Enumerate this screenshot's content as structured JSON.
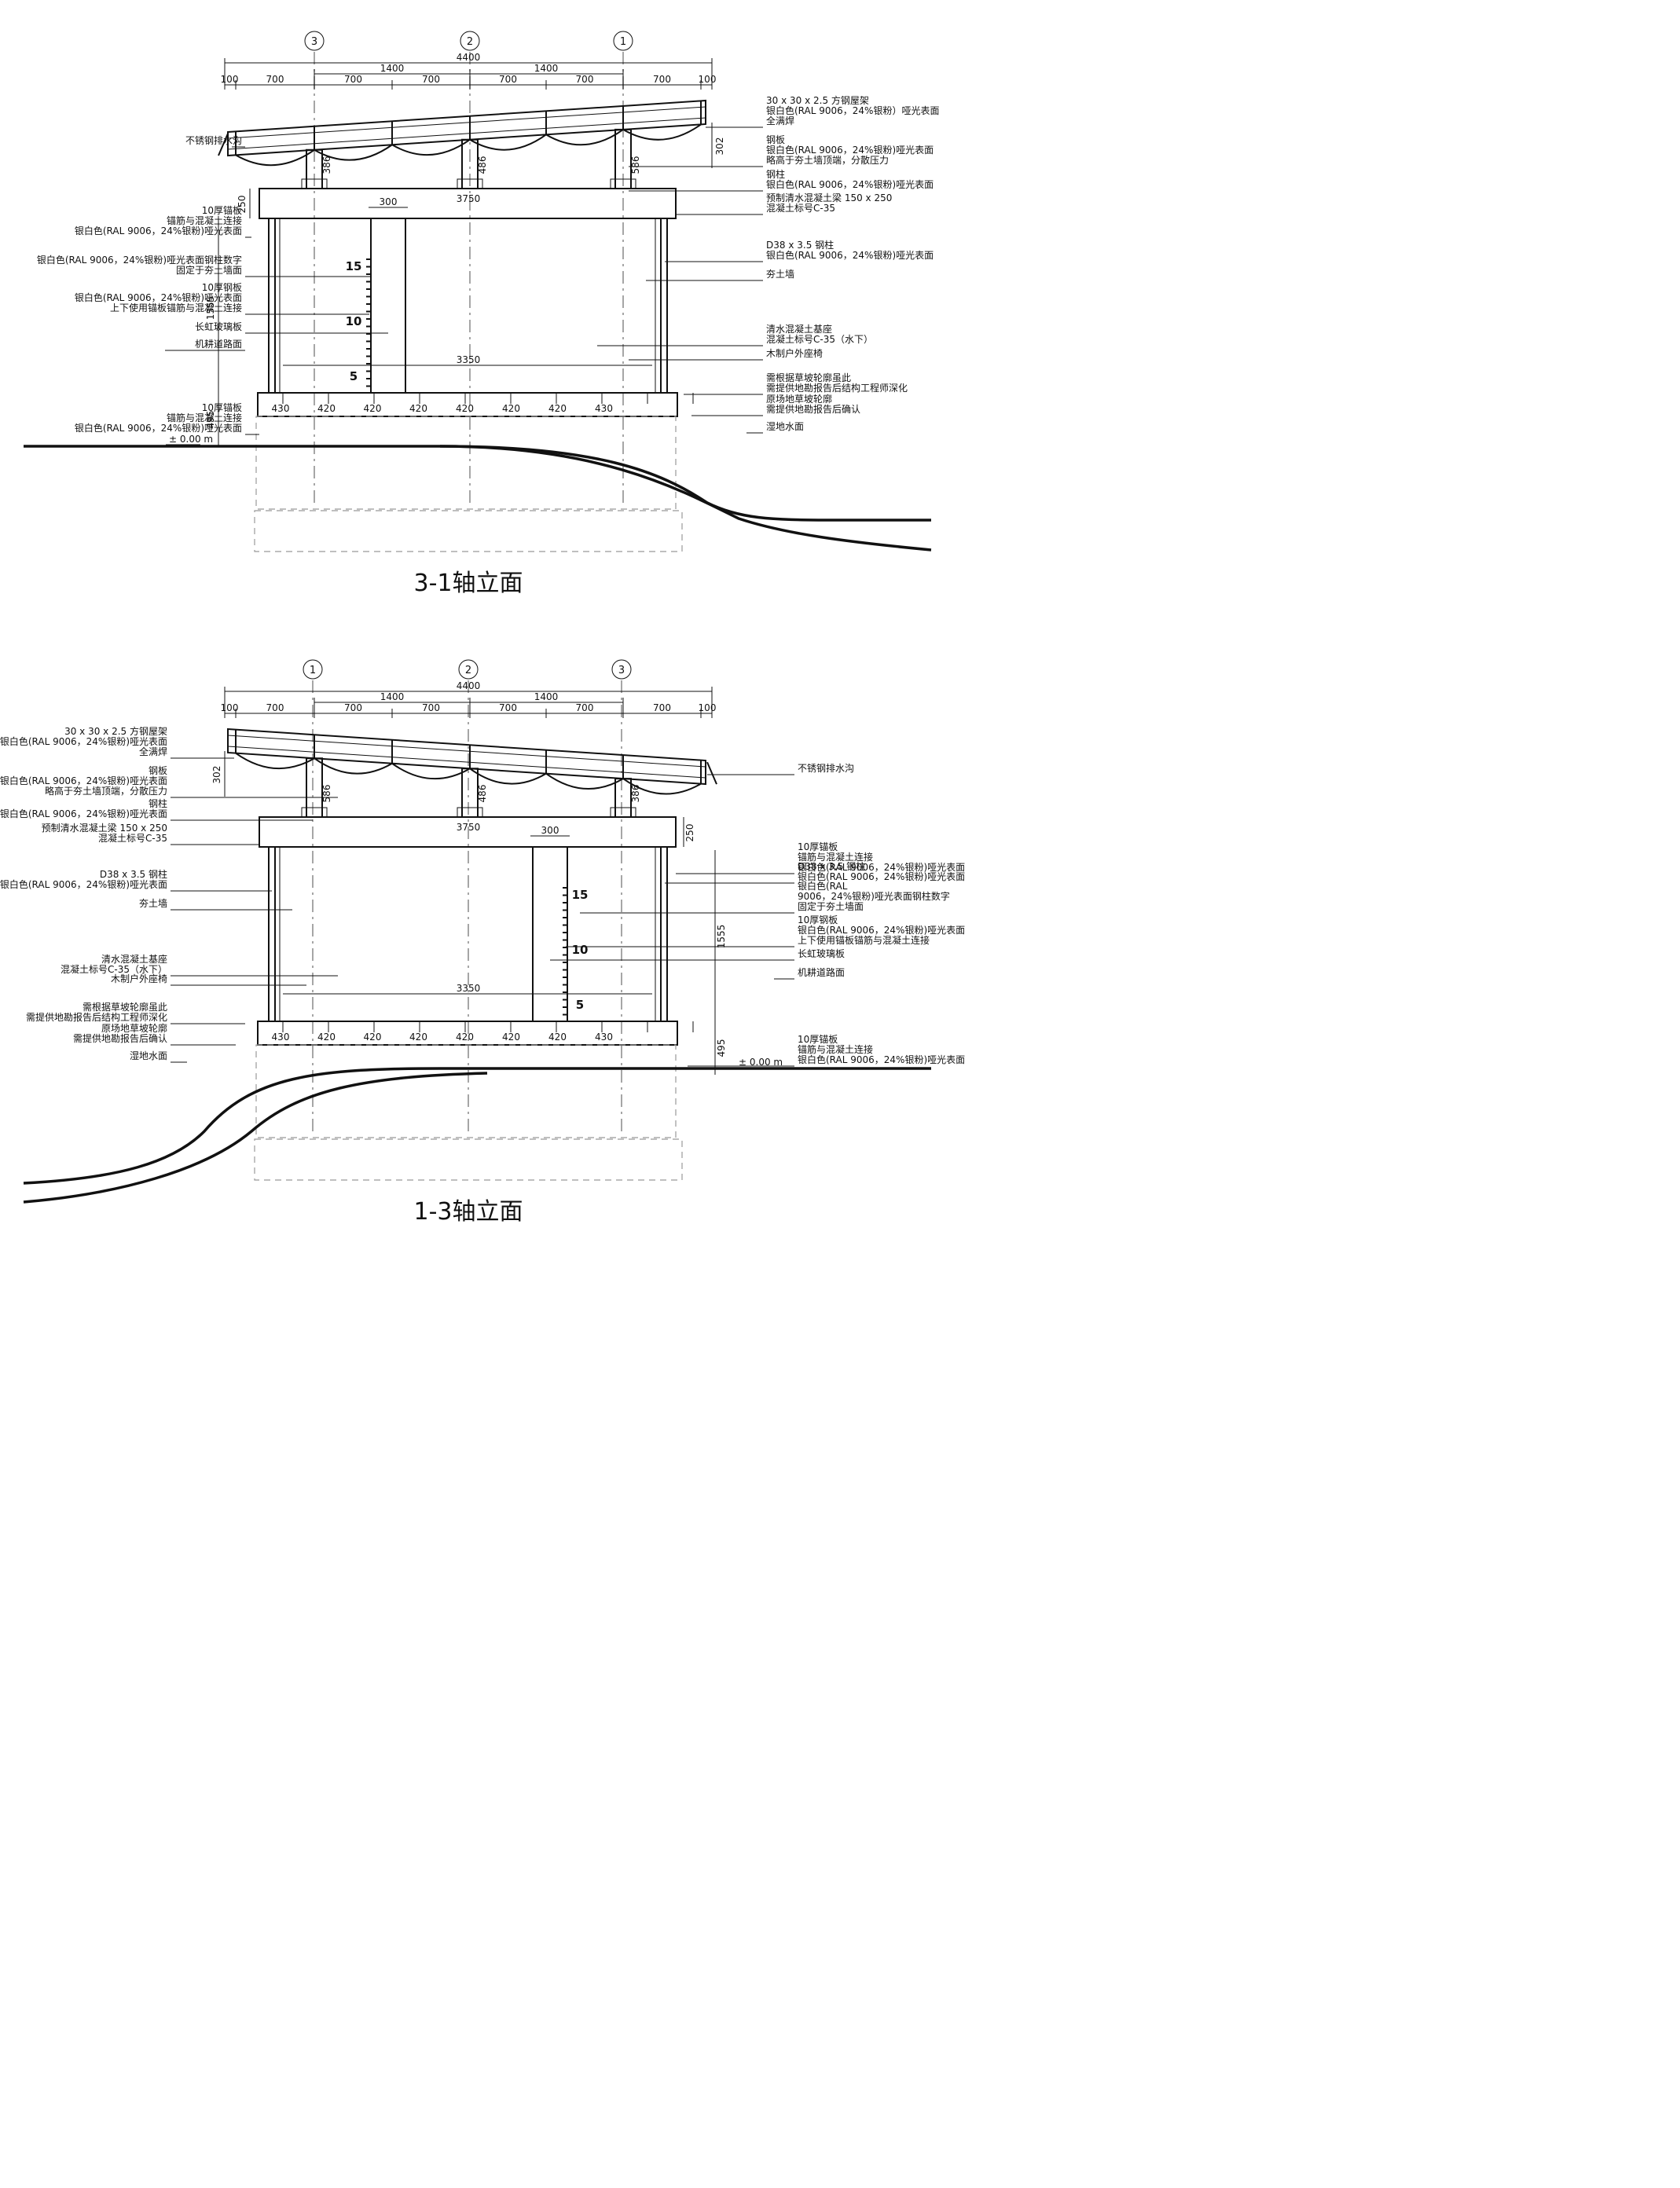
{
  "drawings": [
    {
      "title": "3-1轴立面",
      "grid_labels": [
        "3",
        "2",
        "1"
      ],
      "overall_width": "4400",
      "bay_widths": [
        "1400",
        "1400"
      ],
      "segments": [
        "100",
        "700",
        "700",
        "700",
        "700",
        "700",
        "700",
        "100"
      ],
      "heights": {
        "roof_frame": "302",
        "col_a": "386",
        "col_b": "486",
        "col_c": "586",
        "beam": "250",
        "wall": "1555",
        "base": "495"
      },
      "beam_length": "3750",
      "wall_length": "3350",
      "gauge_width": "300",
      "base_segments": [
        "430",
        "420",
        "420",
        "420",
        "420",
        "420",
        "420",
        "430"
      ],
      "gauge_ticks": [
        "15",
        "10",
        "5"
      ],
      "level_mark": "± 0.00 m",
      "left_notes": [
        "不锈钢排水沟",
        "10厚锚板\n锚筋与混凝土连接\n银白色(RAL 9006，24%银粉)哑光表面",
        "银白色(RAL 9006，24%银粉)哑光表面钢柱数字\n固定于夯土墙面",
        "10厚钢板\n银白色(RAL 9006，24%银粉)哑光表面\n上下使用锚板锚筋与混凝土连接",
        "长虹玻璃板",
        "机耕道路面",
        "10厚锚板\n锚筋与混凝土连接\n银白色(RAL 9006，24%银粉)哑光表面"
      ],
      "right_notes": [
        "30 x 30 x 2.5 方钢屋架\n银白色(RAL 9006，24%银粉）哑光表面\n全满焊",
        "钢板\n银白色(RAL 9006，24%银粉)哑光表面\n略高于夯土墙顶端，分散压力",
        "钢柱\n银白色(RAL 9006，24%银粉)哑光表面",
        "预制清水混凝土梁 150 x 250\n混凝土标号C-35",
        "D38 x 3.5 钢柱\n银白色(RAL 9006，24%银粉)哑光表面",
        "夯土墙",
        "清水混凝土基座\n混凝土标号C-35（水下）",
        "木制户外座椅",
        "需根据草坡轮廓虽此\n需提供地勘报告后结构工程师深化",
        "原场地草坡轮廓\n需提供地勘报告后确认",
        "湿地水面"
      ]
    },
    {
      "title": "1-3轴立面",
      "grid_labels": [
        "1",
        "2",
        "3"
      ],
      "overall_width": "4400",
      "bay_widths": [
        "1400",
        "1400"
      ],
      "segments": [
        "100",
        "700",
        "700",
        "700",
        "700",
        "700",
        "700",
        "100"
      ],
      "heights": {
        "roof_frame": "302",
        "col_a": "586",
        "col_b": "486",
        "col_c": "386",
        "beam": "250",
        "wall": "1555",
        "base": "495"
      },
      "beam_length": "3750",
      "wall_length": "3350",
      "gauge_width": "300",
      "base_segments": [
        "430",
        "420",
        "420",
        "420",
        "420",
        "420",
        "420",
        "430"
      ],
      "gauge_ticks": [
        "15",
        "10",
        "5"
      ],
      "level_mark": "± 0.00 m",
      "left_notes": [
        "30 x 30 x 2.5 方钢屋架\n银白色(RAL 9006，24%银粉)哑光表面\n全满焊",
        "钢板\n银白色(RAL 9006，24%银粉)哑光表面\n略高于夯土墙顶端，分散压力",
        "钢柱\n银白色(RAL 9006，24%银粉)哑光表面",
        "预制清水混凝土梁 150 x 250\n混凝土标号C-35",
        "D38 x 3.5 钢柱\n银白色(RAL 9006，24%银粉)哑光表面",
        "夯土墙",
        "清水混凝土基座\n混凝土标号C-35（水下）",
        "木制户外座椅",
        "需根据草坡轮廓虽此\n需提供地勘报告后结构工程师深化",
        "原场地草坡轮廓\n需提供地勘报告后确认",
        "湿地水面"
      ],
      "right_notes": [
        "不锈钢排水沟",
        "10厚锚板\n锚筋与混凝土连接\n银白色(RAL 9006，24%银粉)哑光表面",
        "D38 x 3.5 钢柱\n银白色(RAL 9006，24%银粉)哑光表面",
        "银白色(RAL\n9006，24%银粉)哑光表面钢柱数字\n固定于夯土墙面",
        "10厚钢板\n银白色(RAL 9006，24%银粉)哑光表面\n上下使用锚板锚筋与混凝土连接",
        "长虹玻璃板",
        "机耕道路面",
        "10厚锚板\n锚筋与混凝土连接\n银白色(RAL 9006，24%银粉)哑光表面"
      ]
    }
  ]
}
